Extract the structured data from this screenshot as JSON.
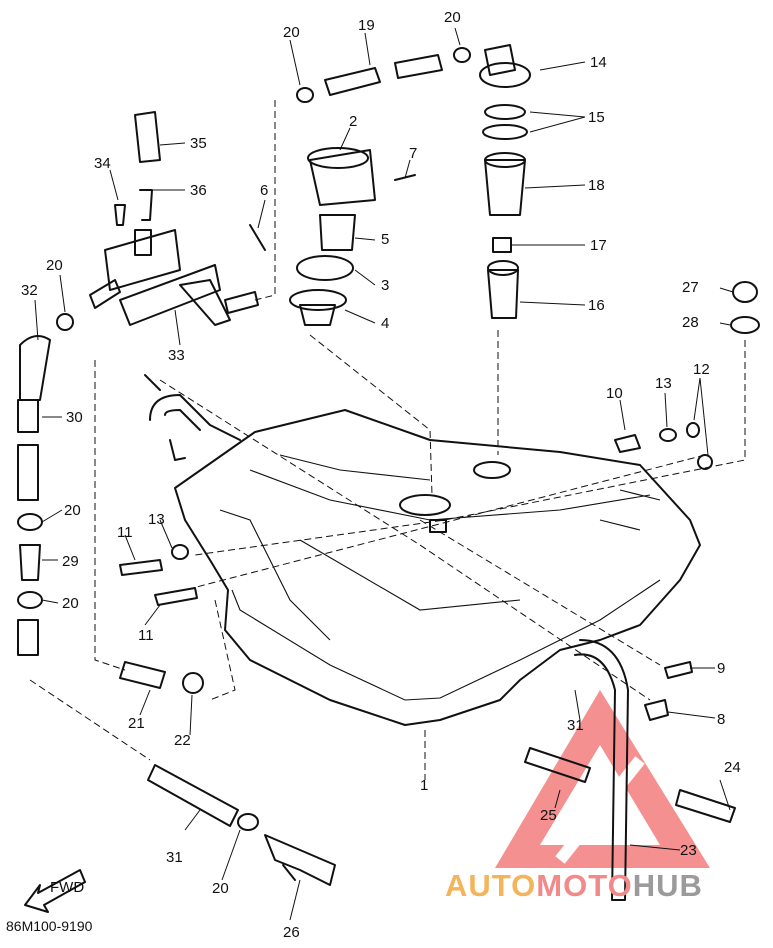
{
  "diagram": {
    "code": "86M100-9190",
    "fwd_label": "FWD",
    "watermark": {
      "part1": "AUTO",
      "part2": "MOTO",
      "part3": "HUB",
      "color_auto": "#f4b45a",
      "color_moto": "#f28a8a",
      "color_hub": "#9b9b9b",
      "logo_color": "#f26b6b"
    },
    "callouts": [
      "1",
      "2",
      "3",
      "4",
      "5",
      "6",
      "7",
      "8",
      "9",
      "10",
      "11",
      "11",
      "12",
      "13",
      "13",
      "14",
      "15",
      "16",
      "17",
      "18",
      "19",
      "20",
      "20",
      "20",
      "20",
      "20",
      "20",
      "21",
      "22",
      "23",
      "24",
      "25",
      "26",
      "27",
      "28",
      "29",
      "30",
      "31",
      "31",
      "32",
      "33",
      "34",
      "35",
      "36"
    ]
  }
}
